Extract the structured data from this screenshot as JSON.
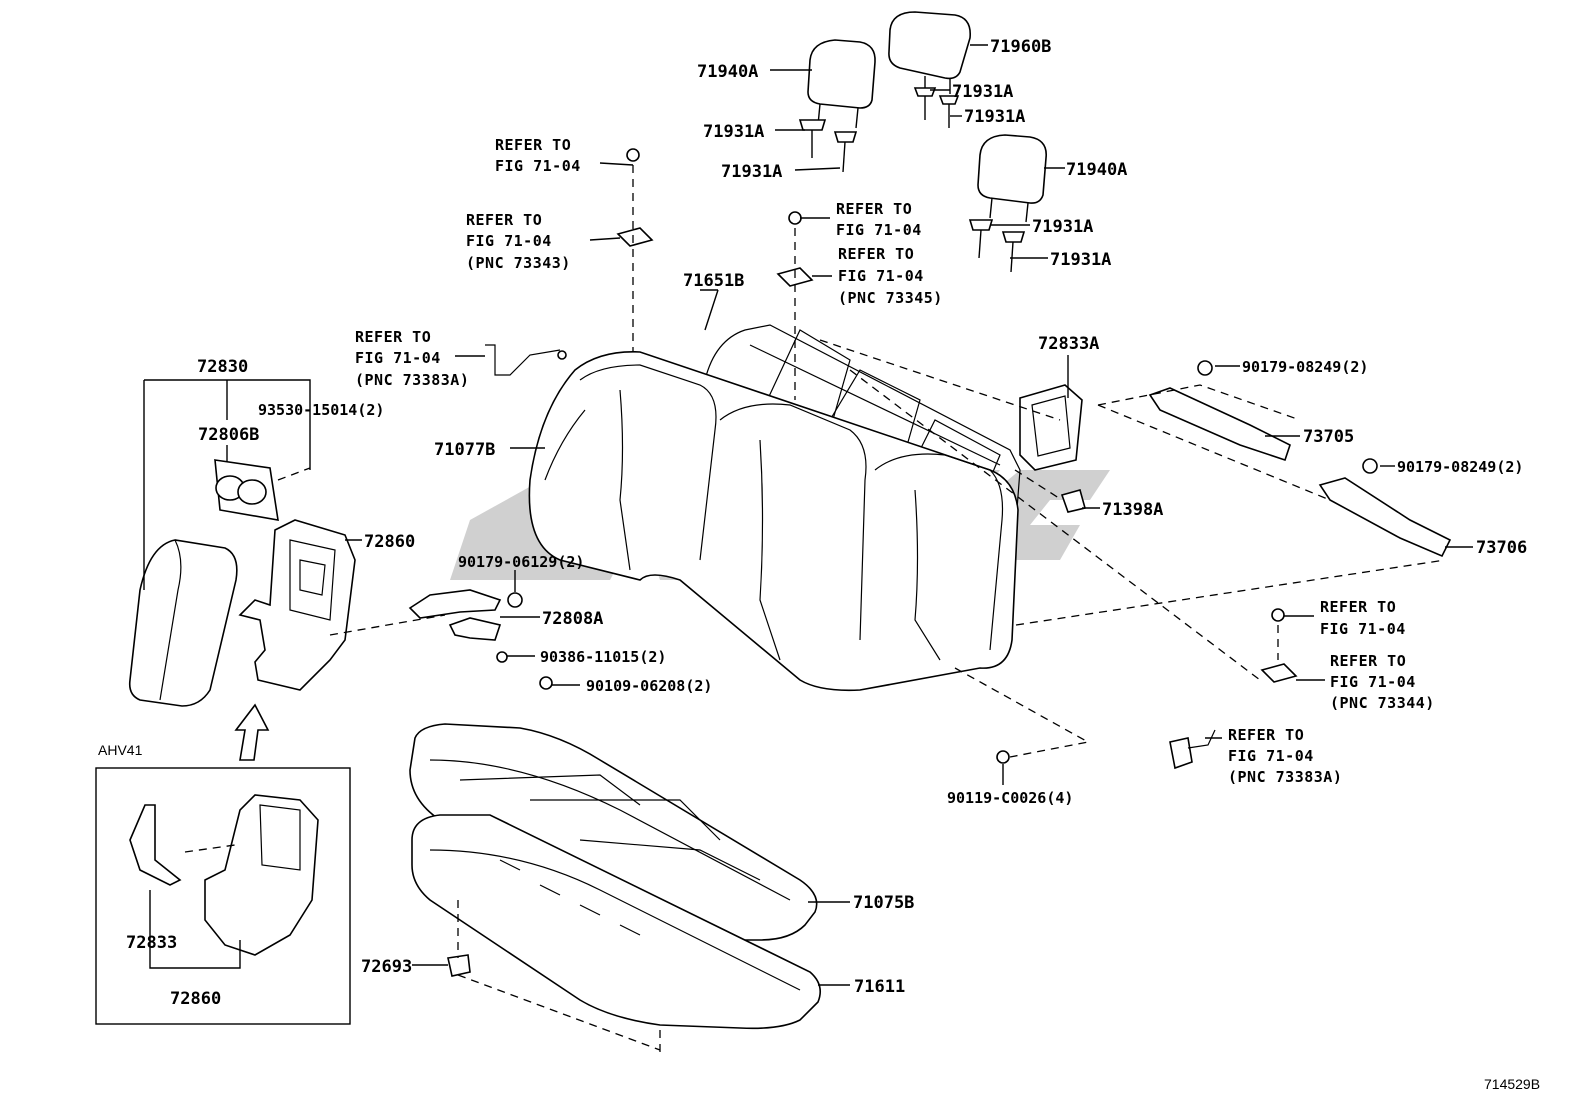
{
  "figure_code": "714529B",
  "inset_label": "AHV41",
  "parts": {
    "p71940A_top": "71940A",
    "p71960B": "71960B",
    "p71931A_1": "71931A",
    "p71931A_2": "71931A",
    "p71931A_3": "71931A",
    "p71931A_4": "71931A",
    "p71940A_right": "71940A",
    "p71931A_5": "71931A",
    "p71931A_6": "71931A",
    "p71651B": "71651B",
    "p72830": "72830",
    "p93530": "93530-15014(2)",
    "p72806B": "72806B",
    "p71077B": "71077B",
    "p72833A": "72833A",
    "p90179_1": "90179-08249(2)",
    "p73705": "73705",
    "p90179_2": "90179-08249(2)",
    "p71398A": "71398A",
    "p73706": "73706",
    "p72860": "72860",
    "p90179_06129": "90179-06129(2)",
    "p72808A": "72808A",
    "p90386": "90386-11015(2)",
    "p90109": "90109-06208(2)",
    "p90119": "90119-C0026(4)",
    "p71075B": "71075B",
    "p72693": "72693",
    "p71611": "71611",
    "p72833_inset": "72833",
    "p72860_inset": "72860"
  },
  "refs": {
    "r1": [
      "REFER TO",
      "FIG 71-04"
    ],
    "r2": [
      "REFER TO",
      "FIG 71-04",
      "(PNC 73343)"
    ],
    "r3": [
      "REFER TO",
      "FIG 71-04"
    ],
    "r4": [
      "REFER TO",
      "FIG 71-04",
      "(PNC 73345)"
    ],
    "r5": [
      "REFER TO",
      "FIG 71-04",
      "(PNC 73383A)"
    ],
    "r6": [
      "REFER TO",
      "FIG 71-04"
    ],
    "r7": [
      "REFER TO",
      "FIG 71-04",
      "(PNC 73344)"
    ],
    "r8": [
      "REFER TO",
      "FIG 71-04",
      "(PNC 73383A)"
    ]
  }
}
